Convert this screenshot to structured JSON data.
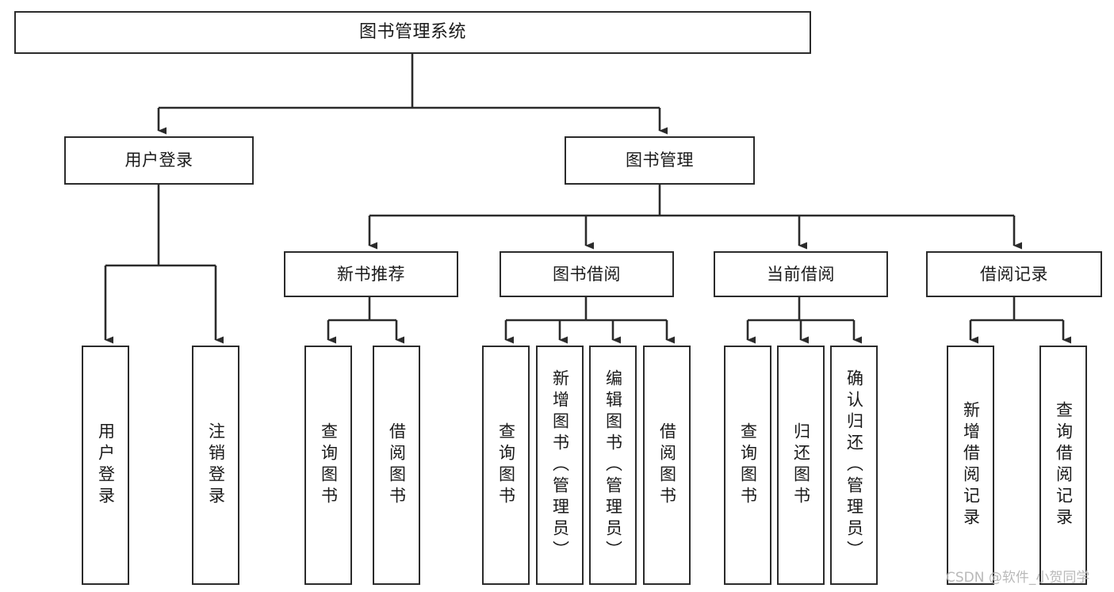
{
  "diagram": {
    "type": "tree-hierarchy",
    "title": "图书管理系统",
    "root": {
      "label": "图书管理系统"
    },
    "tier2": [
      {
        "label": "用户登录"
      },
      {
        "label": "图书管理"
      }
    ],
    "tier3": [
      {
        "label": "新书推荐"
      },
      {
        "label": "图书借阅"
      },
      {
        "label": "当前借阅"
      },
      {
        "label": "借阅记录"
      }
    ],
    "leaves": {
      "user_login": [
        {
          "label": "用户登录"
        },
        {
          "label": "注销登录"
        }
      ],
      "new_book_recommend": [
        {
          "label": "查询图书"
        },
        {
          "label": "借阅图书"
        }
      ],
      "book_borrow": [
        {
          "label": "查询图书"
        },
        {
          "label": "新增图书（管理员）"
        },
        {
          "label": "编辑图书（管理员）"
        },
        {
          "label": "借阅图书"
        }
      ],
      "current_borrow": [
        {
          "label": "查询图书"
        },
        {
          "label": "归还图书"
        },
        {
          "label": "确认归还（管理员）"
        }
      ],
      "borrow_record": [
        {
          "label": "新增借阅记录"
        },
        {
          "label": "查询借阅记录"
        }
      ]
    }
  },
  "watermark": {
    "text": "CSDN @软件_小贺同学"
  },
  "colors": {
    "background": "#ffffff",
    "box_border": "#2b2b2b",
    "box_fill": "#ffffff",
    "connector": "#2b2b2b",
    "text": "#1a1a1a",
    "watermark": "#b9b9b9"
  }
}
